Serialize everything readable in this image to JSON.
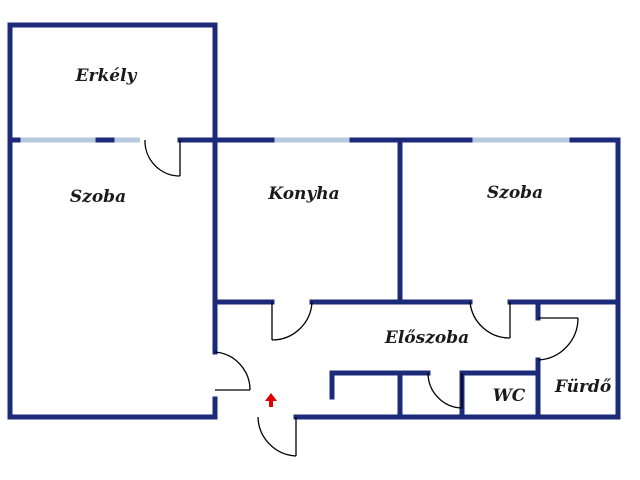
{
  "rooms": {
    "erkely": "Erkély",
    "szoba_left": "Szoba",
    "konyha": "Konyha",
    "szoba_right": "Szoba",
    "eloszoba": "Előszoba",
    "wc": "WC",
    "furdo": "Fürdő"
  },
  "colors": {
    "wall": "#1c2a7a",
    "window": "#b7c9dc",
    "door": "#000000",
    "entrance_arrow": "#e00000"
  },
  "icons": {
    "entrance": "entrance-arrow-icon"
  }
}
